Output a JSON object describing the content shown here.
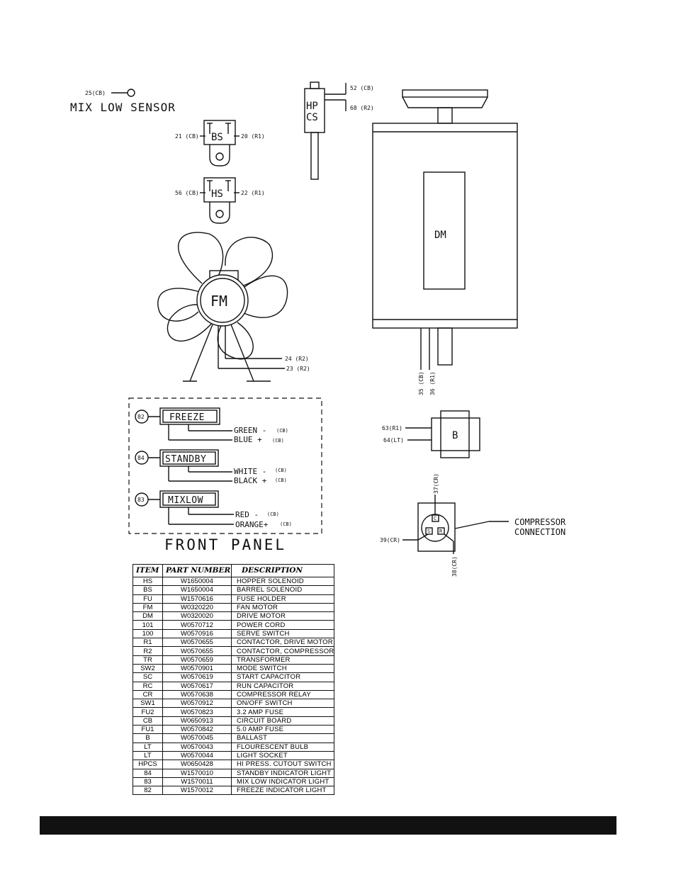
{
  "components": {
    "mix_low_sensor": {
      "wire": "25(CB)",
      "label": "MIX LOW SENSOR"
    },
    "barrel_solenoid": {
      "code": "BS",
      "wire_left": "21 (CB)",
      "wire_right": "20 (R1)"
    },
    "hopper_solenoid": {
      "code": "HS",
      "wire_left": "56 (CB)",
      "wire_right": "22 (R1)"
    },
    "hi_press_switch": {
      "code_top": "HP",
      "code_bottom": "CS",
      "wire_top": "52 (CB)",
      "wire_bottom": "68 (R2)"
    },
    "fan_motor": {
      "code": "FM",
      "wire_a": "24 (R2)",
      "wire_b": "23 (R2)"
    },
    "drive_motor": {
      "code": "DM",
      "wire_a": "35 (CB)",
      "wire_b": "36 (R1)"
    },
    "ballast": {
      "code": "B",
      "wire_a": "63(R1)",
      "wire_b": "64(LT)"
    },
    "compressor": {
      "wire_top": "37(CR)",
      "wire_left": "39(CR)",
      "wire_right": "38(CR)",
      "pin_c": "C",
      "pin_s": "S",
      "pin_r": "R",
      "label_line1": "COMPRESSOR",
      "label_line2": "CONNECTION"
    }
  },
  "front_panel": {
    "title": "FRONT PANEL",
    "lights": [
      {
        "number": "82",
        "label": "FREEZE",
        "wire1": "GREEN -",
        "wire1_term": "(CB)",
        "wire2": "BLUE +",
        "wire2_term": "(CB)"
      },
      {
        "number": "84",
        "label": "STANDBY",
        "wire1": "WHITE -",
        "wire1_term": "(CB)",
        "wire2": "BLACK +",
        "wire2_term": "(CB)"
      },
      {
        "number": "83",
        "label": "MIXLOW",
        "wire1": "RED -",
        "wire1_term": "(CB)",
        "wire2": "ORANGE+",
        "wire2_term": "(CB)"
      }
    ]
  },
  "parts_table": {
    "headers": [
      "ITEM",
      "PART NUMBER",
      "DESCRIPTION"
    ],
    "rows": [
      [
        "HS",
        "W1650004",
        "HOPPER  SOLENOID"
      ],
      [
        "BS",
        "W1650004",
        "BARREL  SOLENOID"
      ],
      [
        "FU",
        "W1570616",
        "FUSE  HOLDER"
      ],
      [
        "FM",
        "W0320220",
        "FAN  MOTOR"
      ],
      [
        "DM",
        "W0320020",
        "DRIVE  MOTOR"
      ],
      [
        "101",
        "W0570712",
        "POWER  CORD"
      ],
      [
        "100",
        "W0570916",
        "SERVE  SWITCH"
      ],
      [
        "R1",
        "W0570655",
        "CONTACTOR,  DRIVE  MOTOR"
      ],
      [
        "R2",
        "W0570655",
        "CONTACTOR,  COMPRESSOR"
      ],
      [
        "TR",
        "W0570659",
        "TRANSFORMER"
      ],
      [
        "SW2",
        "W0570901",
        "MODE  SWITCH"
      ],
      [
        "SC",
        "W0570619",
        "START  CAPACITOR"
      ],
      [
        "RC",
        "W0570617",
        "RUN  CAPACITOR"
      ],
      [
        "CR",
        "W0570638",
        "COMPRESSOR  RELAY"
      ],
      [
        "SW1",
        "W0570912",
        "ON/OFF  SWITCH"
      ],
      [
        "FU2",
        "W0570823",
        "3.2  AMP  FUSE"
      ],
      [
        "CB",
        "W0650913",
        "CIRCUIT  BOARD"
      ],
      [
        "FU1",
        "W0570842",
        "5.0  AMP  FUSE"
      ],
      [
        "B",
        "W0570045",
        "BALLAST"
      ],
      [
        "LT",
        "W0570043",
        "FLOURESCENT  BULB"
      ],
      [
        "LT",
        "W0570044",
        "LIGHT  SOCKET"
      ],
      [
        "HPCS",
        "W0650428",
        "HI  PRESS.  CUTOUT  SWITCH"
      ],
      [
        "84",
        "W1570010",
        "STANDBY  INDICATOR  LIGHT"
      ],
      [
        "83",
        "W1570011",
        "MIX  LOW  INDICATOR  LIGHT"
      ],
      [
        "82",
        "W1570012",
        "FREEZE  INDICATOR  LIGHT"
      ]
    ]
  }
}
